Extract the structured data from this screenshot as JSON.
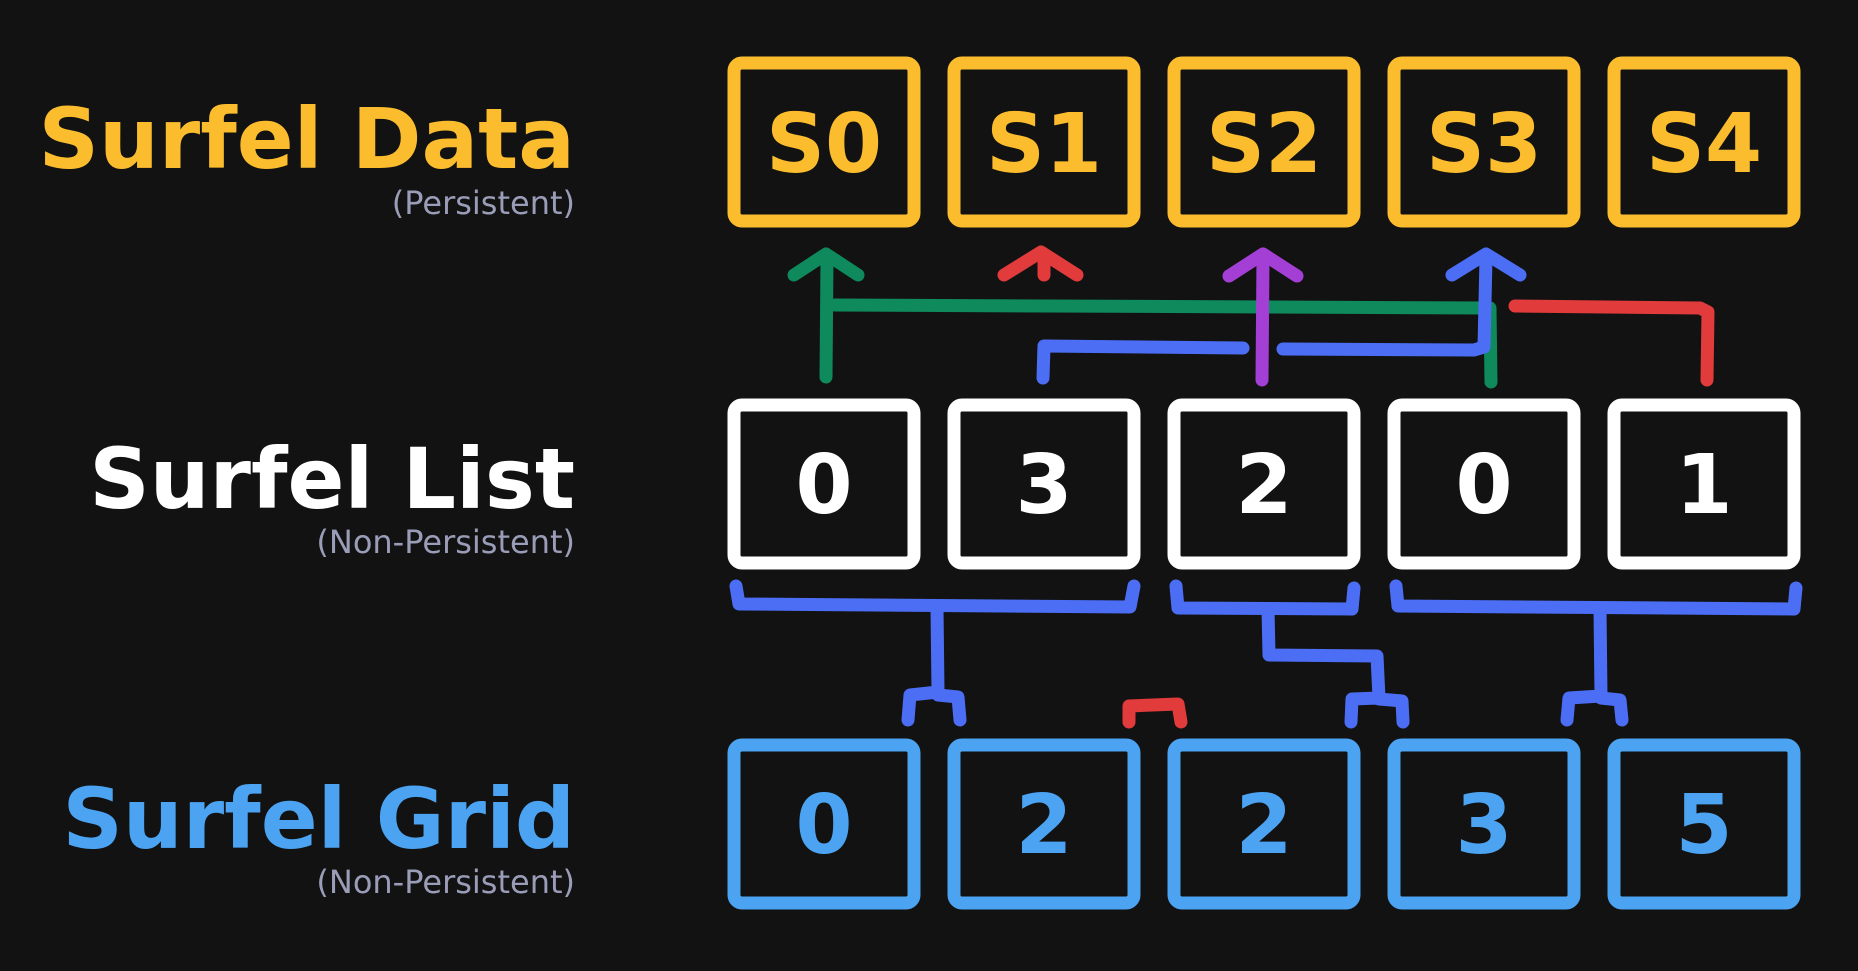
{
  "rows": [
    {
      "title": "Surfel Data",
      "subtitle": "(Persistent)",
      "color": "#FBBD2E",
      "cells": [
        "S0",
        "S1",
        "S2",
        "S3",
        "S4"
      ]
    },
    {
      "title": "Surfel List",
      "subtitle": "(Non-Persistent)",
      "color": "#FFFFFF",
      "cells": [
        "0",
        "3",
        "2",
        "0",
        "1"
      ]
    },
    {
      "title": "Surfel Grid",
      "subtitle": "(Non-Persistent)",
      "color": "#4BA3F2",
      "cells": [
        "0",
        "2",
        "2",
        "3",
        "5"
      ]
    }
  ],
  "subtitle_color": "#9A9DB8",
  "connector_colors": {
    "green": "#0E8A5C",
    "red": "#E23B3B",
    "purple": "#A43FD6",
    "blue": "#4C6EF5"
  }
}
